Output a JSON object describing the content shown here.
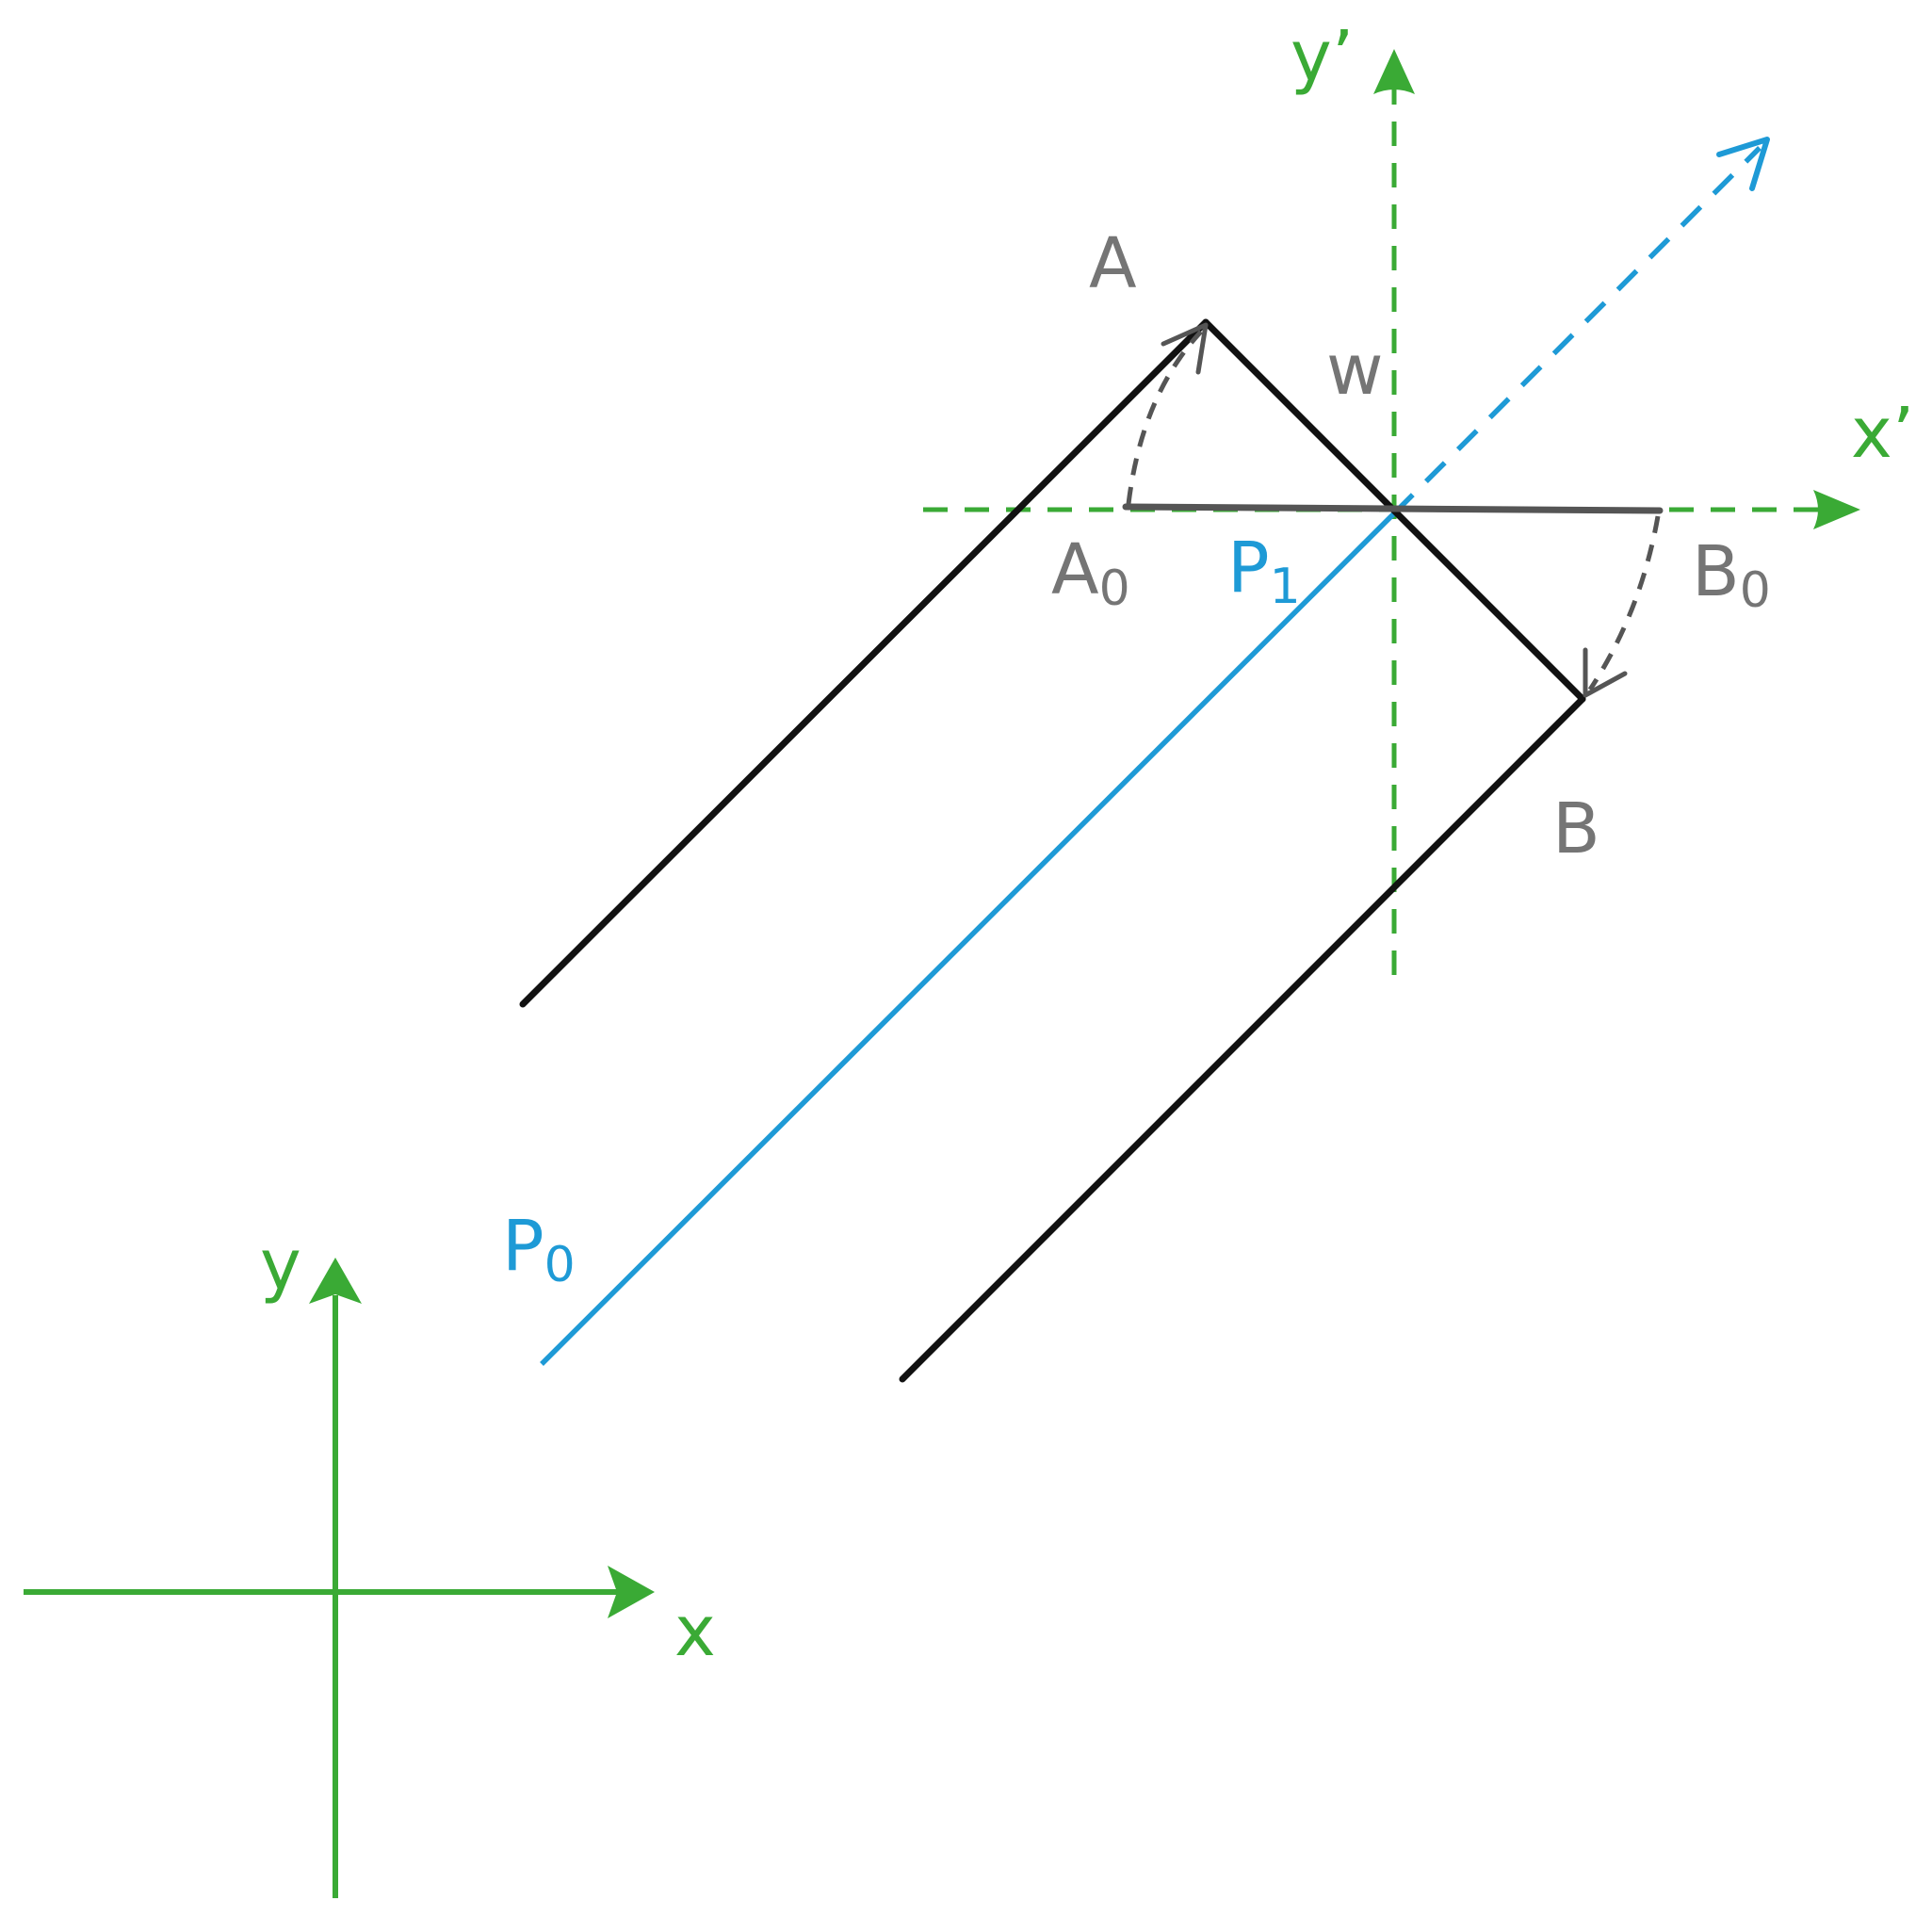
{
  "colors": {
    "axis_green": "#3aaa35",
    "beam_blue": "#1e9ad6",
    "line_black": "#111111",
    "label_gray": "#757575",
    "dark_gray": "#555555"
  },
  "labels": {
    "A": "A",
    "B": "B",
    "A0_main": "A",
    "A0_sub": "0",
    "B0_main": "B",
    "B0_sub": "0",
    "P0_main": "P",
    "P0_sub": "0",
    "P1_main": "P",
    "P1_sub": "1",
    "w": "w",
    "x": "x",
    "y": "y",
    "x_prime": "x’",
    "y_prime": "y’"
  }
}
